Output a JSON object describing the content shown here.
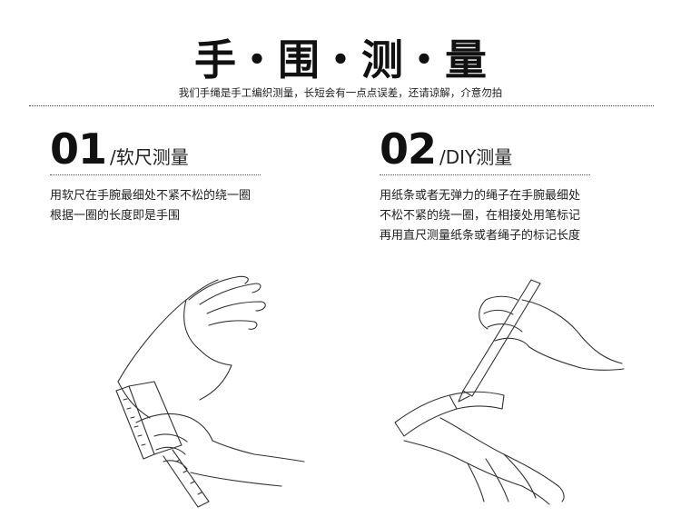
{
  "header": {
    "title": "手・围・测・量",
    "subtitle": "我们手绳是手工编织测量，长短会有一点点误差，还请谅解，介意勿拍"
  },
  "sections": [
    {
      "number": "01",
      "label": "/软尺测量",
      "lines": [
        "用软尺在手腕最细处不紧不松的绕一圈",
        "根据一圈的长度即是手围"
      ]
    },
    {
      "number": "02",
      "label": "/DIY测量",
      "lines": [
        "用纸条或者无弹力的绳子在手腕最细处",
        "不松不紧的绕一圈，在相接处用笔标记",
        "再用直尺测量纸条或者绳子的标记长度"
      ]
    }
  ],
  "icons": {
    "illustration_1": "hand-measuring-tape-illustration",
    "illustration_2": "hand-pen-paper-strip-illustration"
  }
}
